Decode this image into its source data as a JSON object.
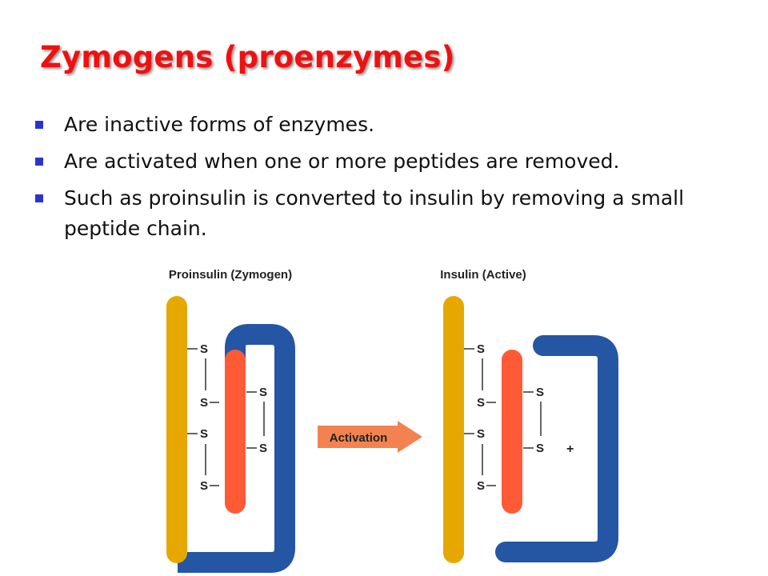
{
  "slide": {
    "title": "Zymogens (proenzymes)",
    "bullets": [
      "Are inactive forms of enzymes.",
      "Are activated when one or more peptides are removed.",
      "Such as proinsulin is converted to insulin by removing a small peptide chain."
    ]
  },
  "diagram": {
    "left_label": "Proinsulin (Zymogen)",
    "right_label": "Insulin  (Active)",
    "arrow_label": "Activation",
    "sulfur": "S",
    "plus": "+",
    "colors": {
      "chain_a": "#e6a800",
      "chain_b": "#ff5a36",
      "c_peptide": "#2456a4",
      "arrow": "#f28350",
      "bullet": "#2a35c8",
      "title": "#ee1111"
    }
  }
}
